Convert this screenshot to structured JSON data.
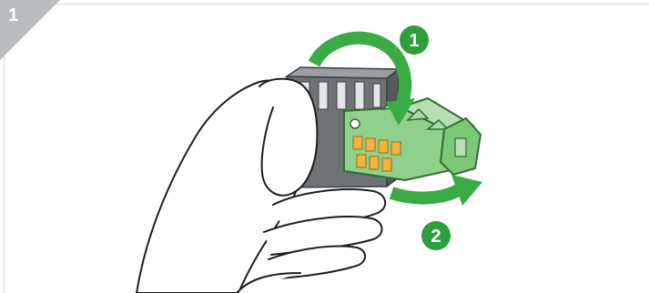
{
  "step": {
    "number": "1"
  },
  "callouts": [
    {
      "label": "1"
    },
    {
      "label": "2"
    }
  ],
  "colors": {
    "tab": "#b8bcbf",
    "badge": "#2f9e3d",
    "arrow": "#3aab45",
    "connector_body": "#6f7376",
    "pcb": "#8fd08a",
    "frame_line": "#cfd3d6"
  },
  "icons": [
    "hand-illustration",
    "connector-illustration",
    "rotate-arrow-icon",
    "pull-arrow-icon"
  ]
}
